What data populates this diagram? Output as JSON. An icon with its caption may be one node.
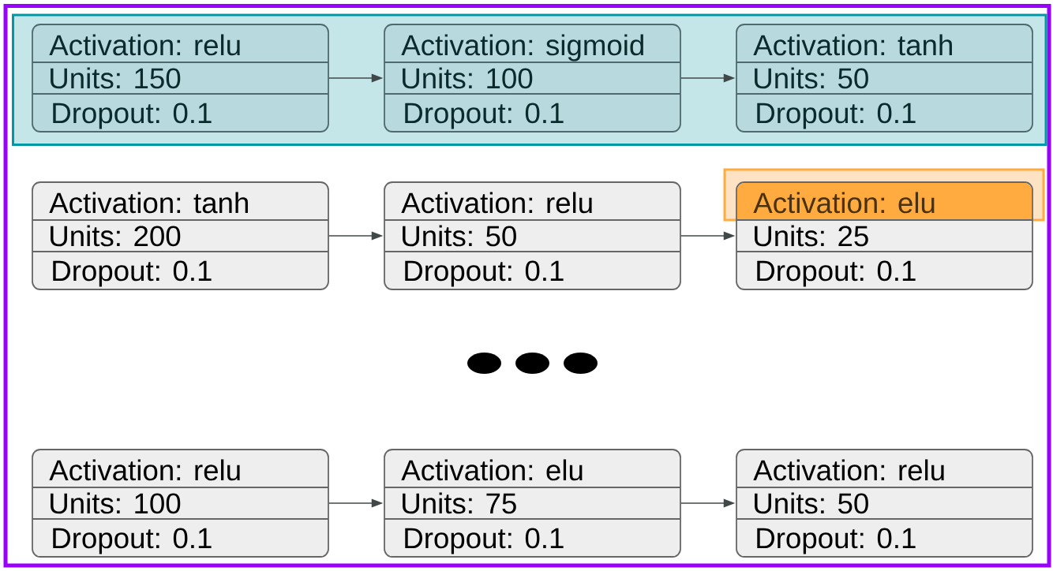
{
  "diagram": {
    "nodes": [
      {
        "text": [],
        "shape": "box"
      },
      {
        "text": [],
        "shape": "box",
        "in": 0
      },
      {
        "text": [
          "Activation: relu",
          "Units: 150",
          "Dropout: 0.1"
        ],
        "in": 1
      },
      {
        "text": [
          "Activation: sigmoid",
          "Units: 100",
          "Dropout: 0.1"
        ],
        "in": 1
      },
      {
        "text": [
          "Activation: tanh",
          "Units: 50",
          "Dropout: 0.1"
        ],
        "in": 1
      },
      {
        "text": [
          "Activation: tanh",
          "Units: 200",
          "Dropout: 0.1"
        ],
        "in": 0
      },
      {
        "text": [
          "Activation: relu",
          "Units: 50",
          "Dropout: 0.1"
        ],
        "in": 0
      },
      {
        "text": [
          "Activation: elu",
          "Units: 25",
          "Dropout: 0.1"
        ],
        "in": 0
      },
      {
        "text": [
          "Activation: relu",
          "Units: 100",
          "Dropout: 0.1"
        ],
        "in": 0
      },
      {
        "text": [
          "Activation: elu",
          "Units: 75",
          "Dropout: 0.1"
        ],
        "in": 0
      },
      {
        "text": [
          "Activation: relu",
          "Units: 50",
          "Dropout: 0.1"
        ],
        "in": 0
      }
    ],
    "edges": [
      {
        "from": 2,
        "to": 3,
        "arrow": "to"
      },
      {
        "from": 3,
        "to": 4,
        "arrow": "to"
      },
      {
        "from": 5,
        "to": 6,
        "arrow": "to"
      },
      {
        "from": 6,
        "to": 7,
        "arrow": "to"
      },
      {
        "from": 8,
        "to": 9,
        "arrow": "to"
      },
      {
        "from": 9,
        "to": 10,
        "arrow": "to"
      }
    ]
  }
}
